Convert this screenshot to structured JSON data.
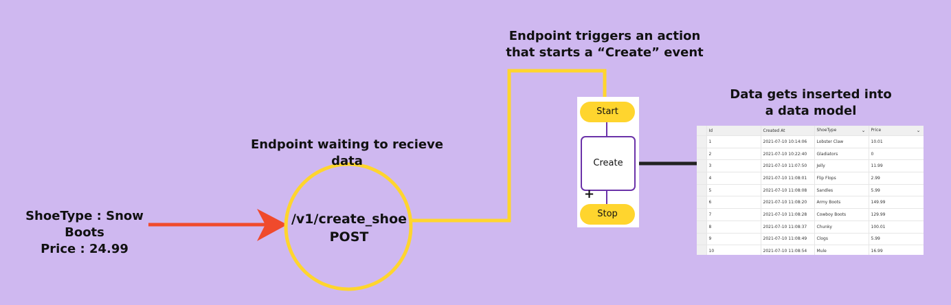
{
  "input_payload": {
    "line1": "ShoeType : Snow Boots",
    "line2": "Price : 24.99"
  },
  "endpoint": {
    "caption": "Endpoint waiting to recieve data",
    "path": "/v1/create_shoe",
    "method": "POST"
  },
  "trigger_caption": {
    "line1": "Endpoint triggers an action",
    "line2": "that starts a “Create” event"
  },
  "flow": {
    "start_label": "Start",
    "action_label": "Create",
    "stop_label": "Stop",
    "add_symbol": "+"
  },
  "data_caption": {
    "line1": "Data gets inserted into",
    "line2": "a data model"
  },
  "table": {
    "columns": [
      "Id",
      "Created At",
      "ShoeType",
      "Price"
    ],
    "rows": [
      [
        "1",
        "2021-07-10 10:14:06",
        "Lobster Claw",
        "10.01"
      ],
      [
        "2",
        "2021-07-10 10:22:40",
        "Gladiators",
        "0"
      ],
      [
        "3",
        "2021-07-10 11:07:50",
        "Jelly",
        "11.99"
      ],
      [
        "4",
        "2021-07-10 11:08:01",
        "Flip Flops",
        "2.99"
      ],
      [
        "5",
        "2021-07-10 11:08:08",
        "Sandles",
        "5.99"
      ],
      [
        "6",
        "2021-07-10 11:08:20",
        "Army Boots",
        "149.99"
      ],
      [
        "7",
        "2021-07-10 11:08:28",
        "Cowboy Boots",
        "129.99"
      ],
      [
        "8",
        "2021-07-10 11:08:37",
        "Chunky",
        "100.01"
      ],
      [
        "9",
        "2021-07-10 11:08:49",
        "Clogs",
        "5.99"
      ],
      [
        "10",
        "2021-07-10 11:08:54",
        "Mule",
        "16.99"
      ]
    ]
  },
  "colors": {
    "background": "#cfb8f0",
    "arrow": "#f04a2c",
    "wire": "#ffd52e",
    "flow_line": "#6a31a8",
    "connector": "#222222"
  }
}
